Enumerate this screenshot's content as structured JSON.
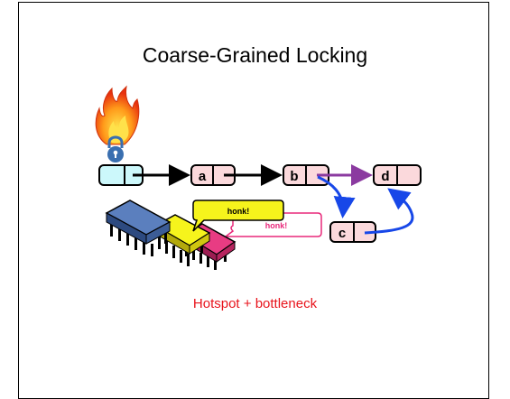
{
  "title": "Coarse-Grained Locking",
  "caption": "Hotspot + bottleneck",
  "nodes": {
    "a": "a",
    "b": "b",
    "c": "c",
    "d": "d"
  },
  "speech": {
    "front": "honk!",
    "back": "honk!"
  },
  "icons": [
    "flame-icon",
    "padlock-icon",
    "processor-chip-icon"
  ],
  "colors": {
    "head_node": "#ccf8fb",
    "list_node": "#fbd9dc",
    "arrow_black": "#000000",
    "arrow_purple": "#8b3aa0",
    "arrow_blue": "#1747e8",
    "caption": "#e8141c",
    "chip_blue": "#5b7fbe",
    "chip_yellow": "#f6f41c",
    "chip_pink": "#e83c83",
    "back_bubble_border": "#e8287a"
  }
}
